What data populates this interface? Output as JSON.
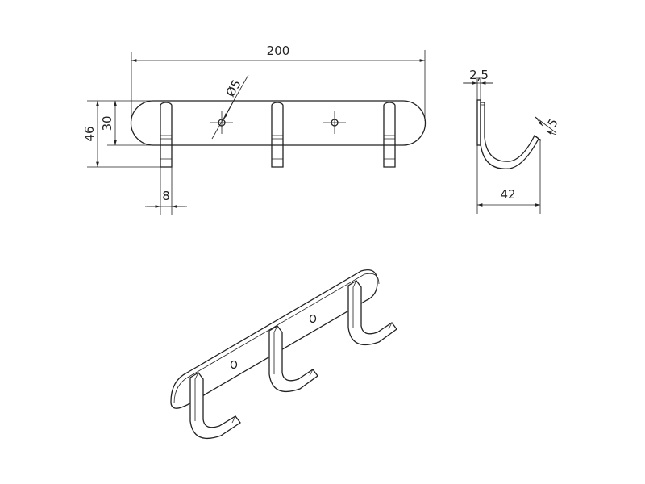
{
  "drawing": {
    "front_view": {
      "overall_length": "200",
      "overall_height": "46",
      "plate_height": "30",
      "hole_diameter": "Ø5",
      "hook_width": "8"
    },
    "side_view": {
      "plate_thickness": "2,5",
      "hook_thickness": "5",
      "hook_depth": "42"
    }
  }
}
